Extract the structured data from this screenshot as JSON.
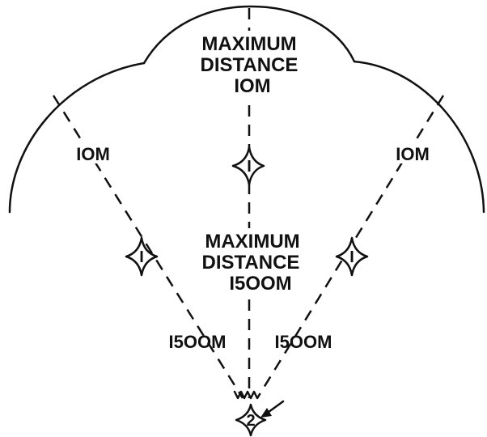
{
  "top_label": {
    "line1": "MAXIMUM",
    "line2": "DISTANCE",
    "line3": "IOM"
  },
  "middle_label": {
    "line1": "MAXIMUM",
    "line2": "DISTANCE",
    "line3": "I5OOM"
  },
  "left_short_label": "IOM",
  "right_short_label": "IOM",
  "left_long_label": "I5OOM",
  "right_long_label": "I5OOM",
  "center_marker_label": "I",
  "left_marker_label": "I",
  "right_marker_label": "I",
  "bottom_marker_label": "2",
  "origin_squiggle": "VVVV"
}
